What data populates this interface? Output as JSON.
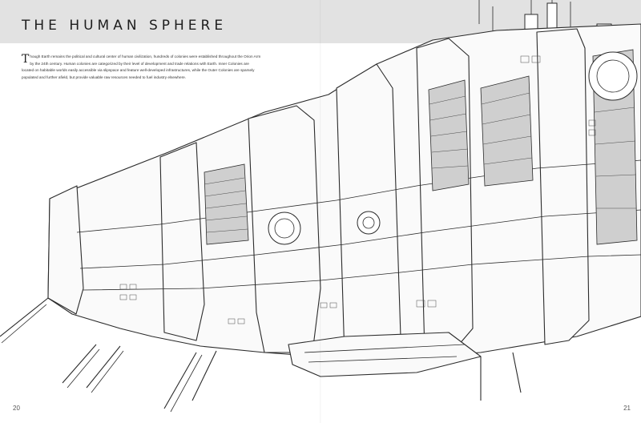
{
  "page": {
    "title": "THE HUMAN SPHERE",
    "intro_dropcap": "T",
    "intro_text": "hough Earth remains the political and cultural center of human civilization, hundreds of colonies were established throughout the Orion Arm by the 24th century. Human colonies are categorized by their level of development and trade relations with Earth. Inner Colonies are located on habitable worlds easily accessible via slipspace and feature well-developed infrastructures, while the Outer Colonies are sparsely populated and further afield, but provide valuable raw resources needed to fuel industry elsewhere.",
    "page_number_left": "20",
    "page_number_right": "21"
  },
  "colors": {
    "band": "#e2e2e2",
    "ink": "#2b2b2b",
    "paper": "#ffffff"
  }
}
